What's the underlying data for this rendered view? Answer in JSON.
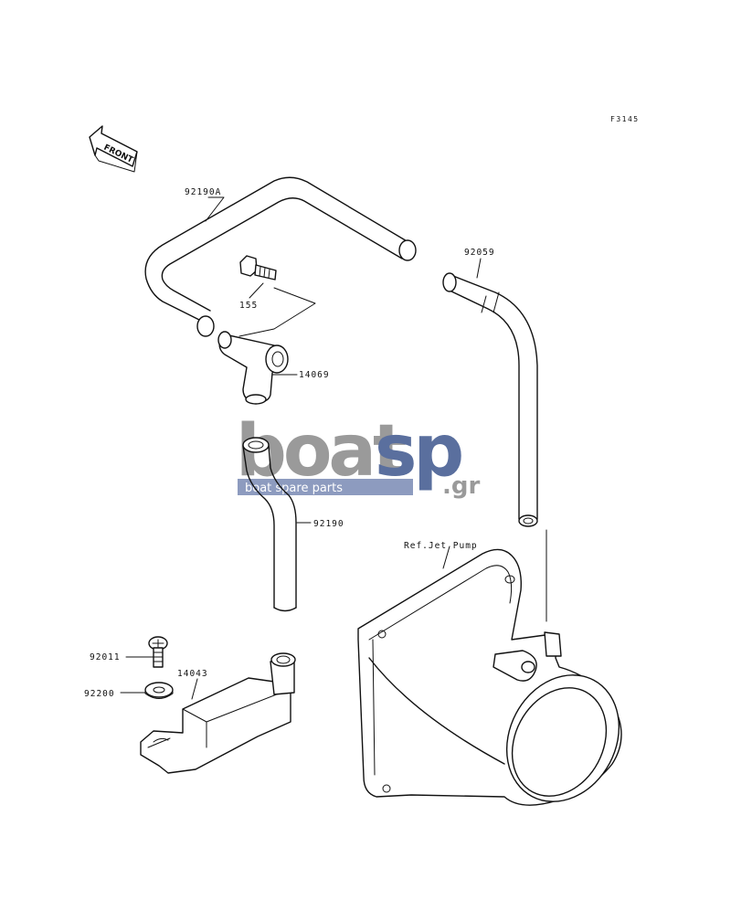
{
  "figure_code": "F3145",
  "front_label": "FRONT",
  "watermark": {
    "brand_left": "boat",
    "brand_right": "sp",
    "tagline": "boat spare parts",
    "suffix": ".gr"
  },
  "colors": {
    "line": "#111111",
    "watermark_gray": "#9a9a9a",
    "watermark_blue": "#5a6f9e",
    "watermark_band": "#8d9bbf"
  },
  "callouts": {
    "hose_upper": "92190A",
    "hose_right": "92059",
    "bolt": "155",
    "fitting": "14069",
    "hose_lower": "92190",
    "ref_jet_pump": "Ref.Jet Pump",
    "screw": "92011",
    "washer": "92200",
    "bracket": "14043"
  }
}
